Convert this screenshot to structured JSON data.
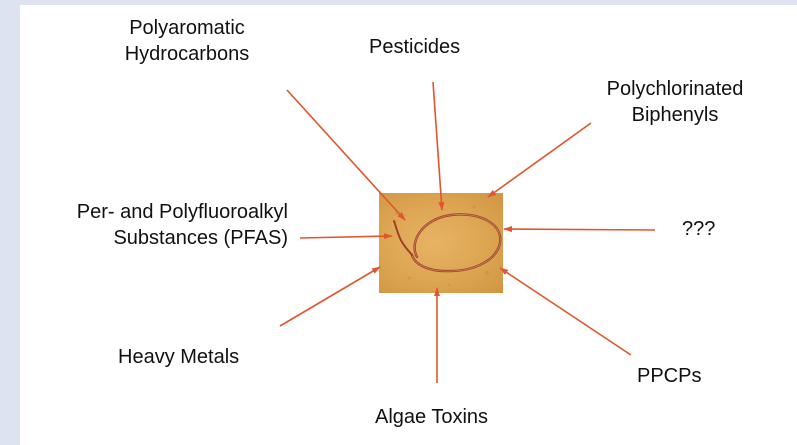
{
  "diagram": {
    "center_image": "microplastic-fiber-micrograph",
    "labels": {
      "polyaromatic": [
        "Polyaromatic",
        "Hydrocarbons"
      ],
      "pesticides": "Pesticides",
      "polychlorinated": [
        "Polychlorinated",
        "Biphenyls"
      ],
      "pfas": [
        "Per- and Polyfluoroalkyl",
        "Substances (PFAS)"
      ],
      "unknown": "???",
      "heavy_metals": "Heavy Metals",
      "ppcps": "PPCPs",
      "algae_toxins": "Algae Toxins"
    },
    "colors": {
      "background": "#dde3f1",
      "arrow": "#e1552f",
      "particle": "#dca552",
      "fiber": "#a0402c"
    }
  }
}
